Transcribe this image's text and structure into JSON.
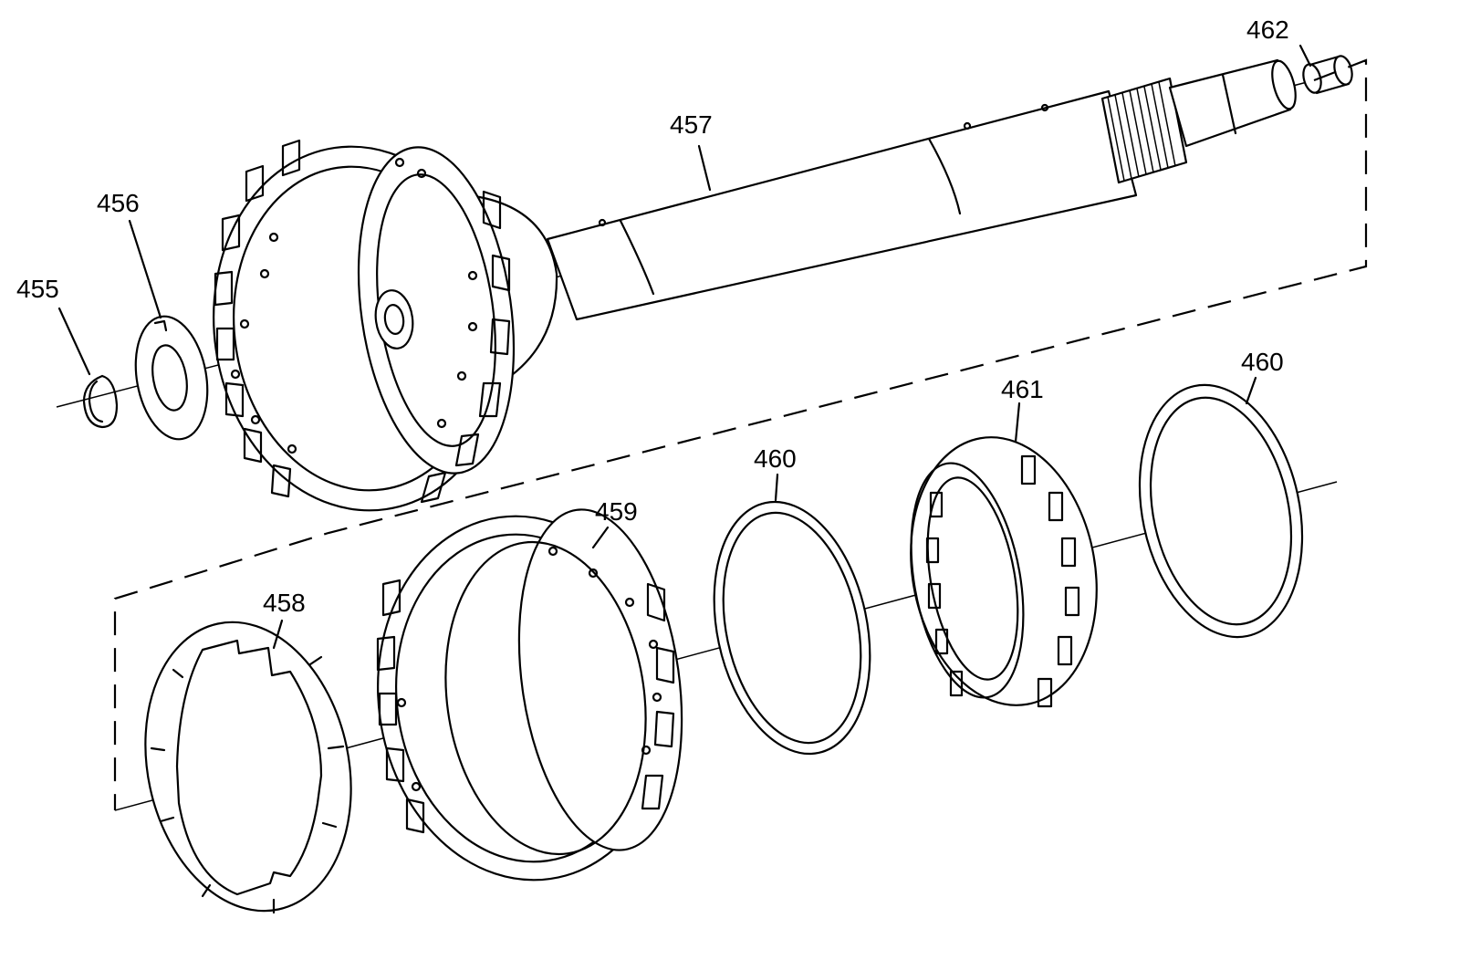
{
  "diagram": {
    "callouts": {
      "c455": "455",
      "c456": "456",
      "c457": "457",
      "c458": "458",
      "c459": "459",
      "c460a": "460",
      "c460b": "460",
      "c461": "461",
      "c462": "462"
    }
  }
}
